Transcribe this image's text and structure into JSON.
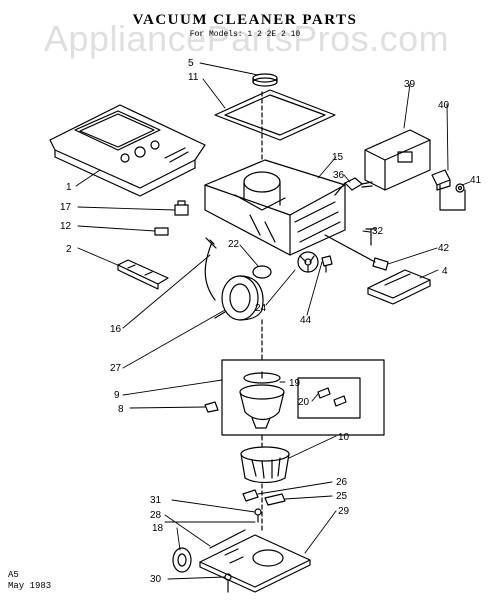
{
  "watermark": "AppliancePartsPros.com",
  "title": "VACUUM CLEANER PARTS",
  "subtitle": "For Models: 1 2 2E 2 10",
  "footer": {
    "code": "A5",
    "date": "May 1983"
  },
  "callouts": [
    "1",
    "2",
    "4",
    "5",
    "8",
    "9",
    "10",
    "11",
    "12",
    "15",
    "16",
    "17",
    "18",
    "19",
    "20",
    "22",
    "24",
    "25",
    "26",
    "27",
    "28",
    "29",
    "30",
    "31",
    "32",
    "36",
    "39",
    "40",
    "41",
    "42",
    "44"
  ]
}
